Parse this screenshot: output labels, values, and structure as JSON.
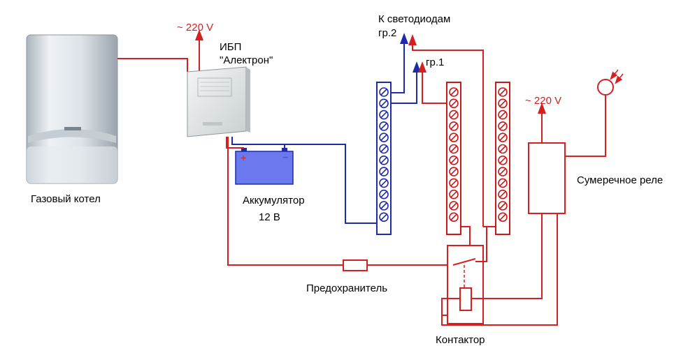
{
  "labels": {
    "boiler": "Газовый котел",
    "ups_line1": "ИБП",
    "ups_line2": "\"Алектрон\"",
    "mains_top": "~ 220 V",
    "mains_right": "~ 220 V",
    "leds": "К светодиодам",
    "group2": "гр.2",
    "group1": "гр.1",
    "battery_line1": "Аккумулятор",
    "battery_line2": "12 В",
    "twilight_relay": "Сумеречное реле",
    "fuse": "Предохранитель",
    "contactor": "Контактор",
    "battery_plus": "+",
    "battery_minus": "−"
  },
  "colors": {
    "wire_red": "#d42020",
    "wire_blue": "#1e2aa8",
    "battery_fill": "#6b78ee",
    "terminal_blue": "#1e2aa8",
    "terminal_red": "#c81818",
    "boiler_body": "#dfe5ea"
  },
  "terminal_blocks": [
    {
      "id": "blue-strip",
      "screws": 12
    },
    {
      "id": "red-strip-1",
      "screws": 12
    },
    {
      "id": "red-strip-2",
      "screws": 12
    }
  ]
}
